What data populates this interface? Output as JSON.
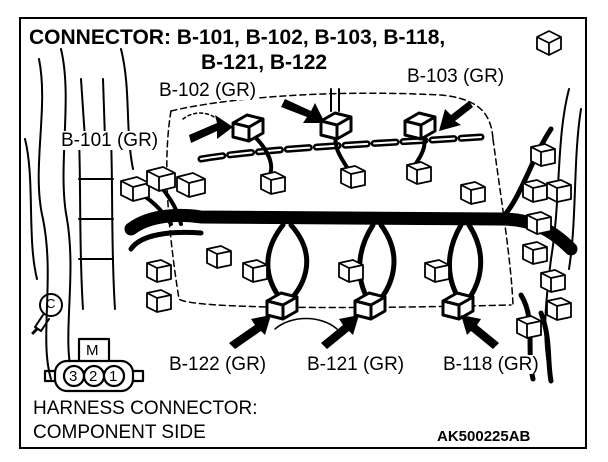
{
  "title_line1": "CONNECTOR: B-101, B-102, B-103, B-118,",
  "title_line2": "B-121, B-122",
  "labels": {
    "b101": "B-101 (GR)",
    "b102": "B-102 (GR)",
    "b103": "B-103 (GR)",
    "b122": "B-122 (GR)",
    "b121": "B-121 (GR)",
    "b118": "B-118 (GR)"
  },
  "harness_line1": "HARNESS CONNECTOR:",
  "harness_line2": "COMPONENT SIDE",
  "figure_code": "AK500225AB",
  "connector_key": "M",
  "connector_pins": [
    "3",
    "2",
    "1"
  ],
  "ground_symbol": "C"
}
